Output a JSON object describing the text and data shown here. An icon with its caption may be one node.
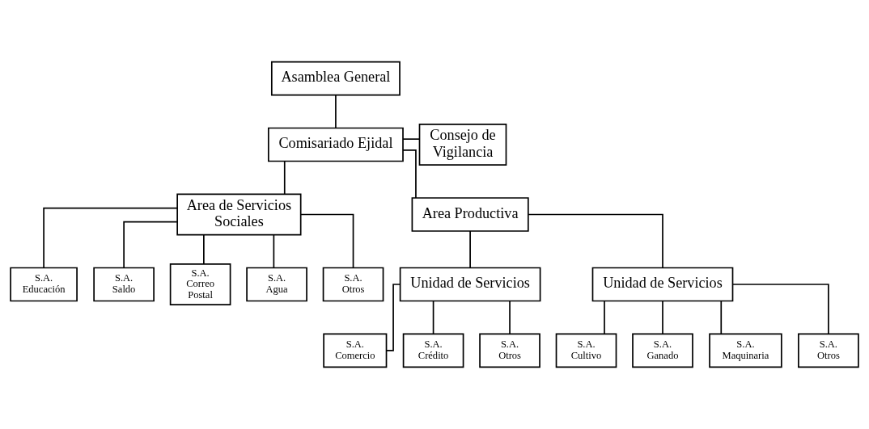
{
  "diagram": {
    "nodes": [
      {
        "text": [
          "Asamblea General"
        ]
      },
      {
        "text": [
          "Comisariado Ejidal"
        ]
      },
      {
        "text": [
          "Consejo de Vigilancia"
        ]
      },
      {
        "text": [
          "Area de Servicios Sociales"
        ]
      },
      {
        "text": [
          "Area Productiva"
        ]
      },
      {
        "text": [
          "S.A.",
          "Educación"
        ]
      },
      {
        "text": [
          "S.A.",
          "Saldo"
        ]
      },
      {
        "text": [
          "S.A.",
          "Correo Postal"
        ]
      },
      {
        "text": [
          "S.A.",
          "Agua"
        ]
      },
      {
        "text": [
          "S.A.",
          "Otros"
        ]
      },
      {
        "text": [
          "Unidad de Servicios"
        ]
      },
      {
        "text": [
          "Unidad de Servicios"
        ]
      },
      {
        "text": [
          "S.A.",
          "Comercio"
        ]
      },
      {
        "text": [
          "S.A.",
          "Crédito"
        ]
      },
      {
        "text": [
          "S.A.",
          "Otros"
        ]
      },
      {
        "text": [
          "S.A.",
          "Cultivo"
        ]
      },
      {
        "text": [
          "S.A.",
          "Ganado"
        ]
      },
      {
        "text": [
          "S.A.",
          "Maquinaria"
        ]
      },
      {
        "text": [
          "S.A.",
          "Otros"
        ]
      }
    ],
    "edges": [
      {
        "from": 0,
        "to": 1,
        "arrow": "none"
      },
      {
        "from": 1,
        "to": 2,
        "arrow": "none"
      },
      {
        "from": 1,
        "to": 3,
        "arrow": "none"
      },
      {
        "from": 1,
        "to": 4,
        "arrow": "none"
      },
      {
        "from": 3,
        "to": 5,
        "arrow": "none"
      },
      {
        "from": 3,
        "to": 6,
        "arrow": "none"
      },
      {
        "from": 3,
        "to": 7,
        "arrow": "none"
      },
      {
        "from": 3,
        "to": 8,
        "arrow": "none"
      },
      {
        "from": 3,
        "to": 9,
        "arrow": "none"
      },
      {
        "from": 4,
        "to": 10,
        "arrow": "none"
      },
      {
        "from": 4,
        "to": 11,
        "arrow": "none"
      },
      {
        "from": 10,
        "to": 12,
        "arrow": "none"
      },
      {
        "from": 10,
        "to": 13,
        "arrow": "none"
      },
      {
        "from": 10,
        "to": 14,
        "arrow": "none"
      },
      {
        "from": 11,
        "to": 15,
        "arrow": "none"
      },
      {
        "from": 11,
        "to": 16,
        "arrow": "none"
      },
      {
        "from": 11,
        "to": 17,
        "arrow": "none"
      },
      {
        "from": 11,
        "to": 18,
        "arrow": "none"
      }
    ]
  }
}
